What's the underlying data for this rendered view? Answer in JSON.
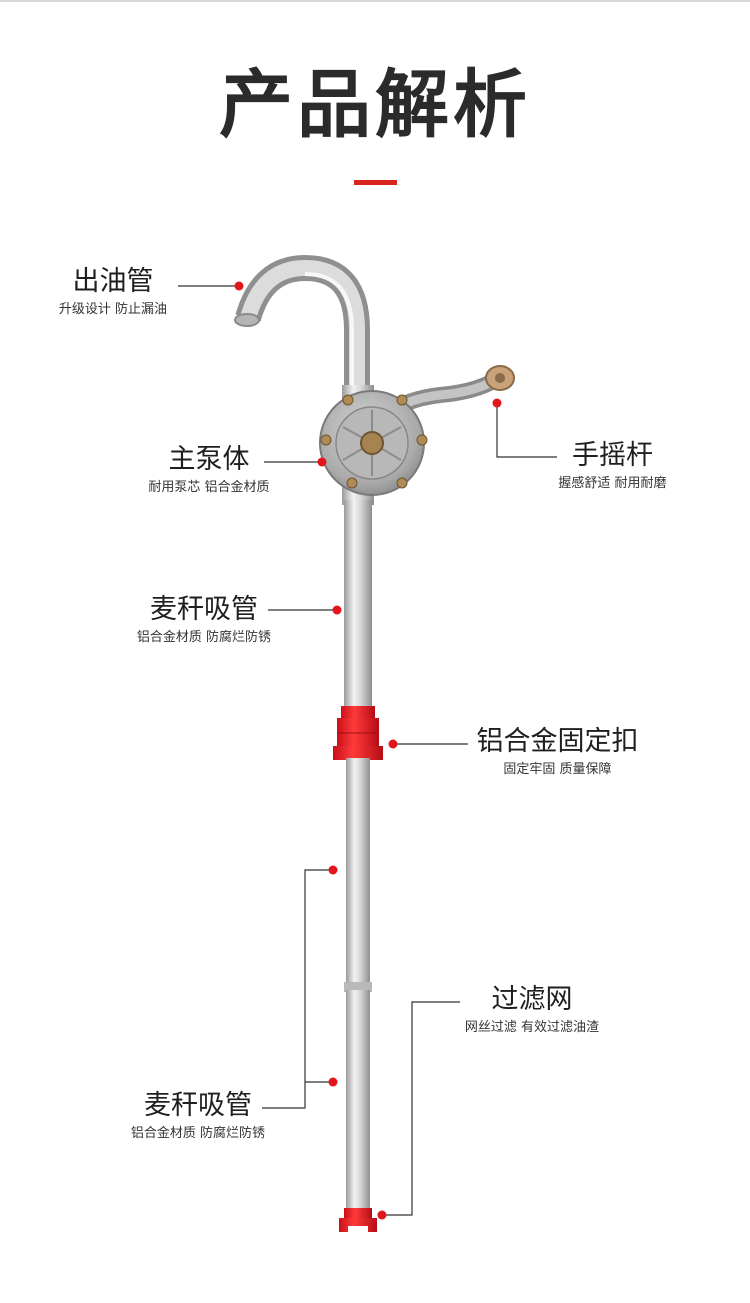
{
  "page": {
    "title": "产品解析",
    "accent_color": "#d9251c"
  },
  "parts": [
    {
      "name": "出油管",
      "desc": "升级设计 防止漏油"
    },
    {
      "name": "主泵体",
      "desc": "耐用泵芯 铝合金材质"
    },
    {
      "name": "手摇杆",
      "desc": "握感舒适 耐用耐磨"
    },
    {
      "name": "麦秆吸管",
      "desc": "铝合金材质 防腐烂防锈"
    },
    {
      "name": "铝合金固定扣",
      "desc": "固定牢固 质量保障"
    },
    {
      "name": "过滤网",
      "desc": "网丝过滤 有效过滤油渣"
    },
    {
      "name": "麦秆吸管",
      "desc": "铝合金材质 防腐烂防锈"
    }
  ]
}
